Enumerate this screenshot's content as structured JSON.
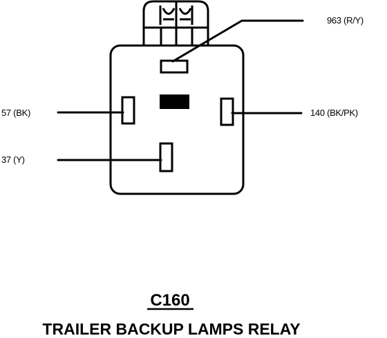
{
  "connector": {
    "id": "C160",
    "title": "TRAILER BACKUP LAMPS RELAY"
  },
  "pins": {
    "top": {
      "label": "963 (R/Y)"
    },
    "left_upper": {
      "label": "57 (BK)"
    },
    "left_lower": {
      "label": "37 (Y)"
    },
    "right": {
      "label": "140 (BK/PK)"
    }
  },
  "colors": {
    "ink": "#000000",
    "paper": "#ffffff"
  }
}
